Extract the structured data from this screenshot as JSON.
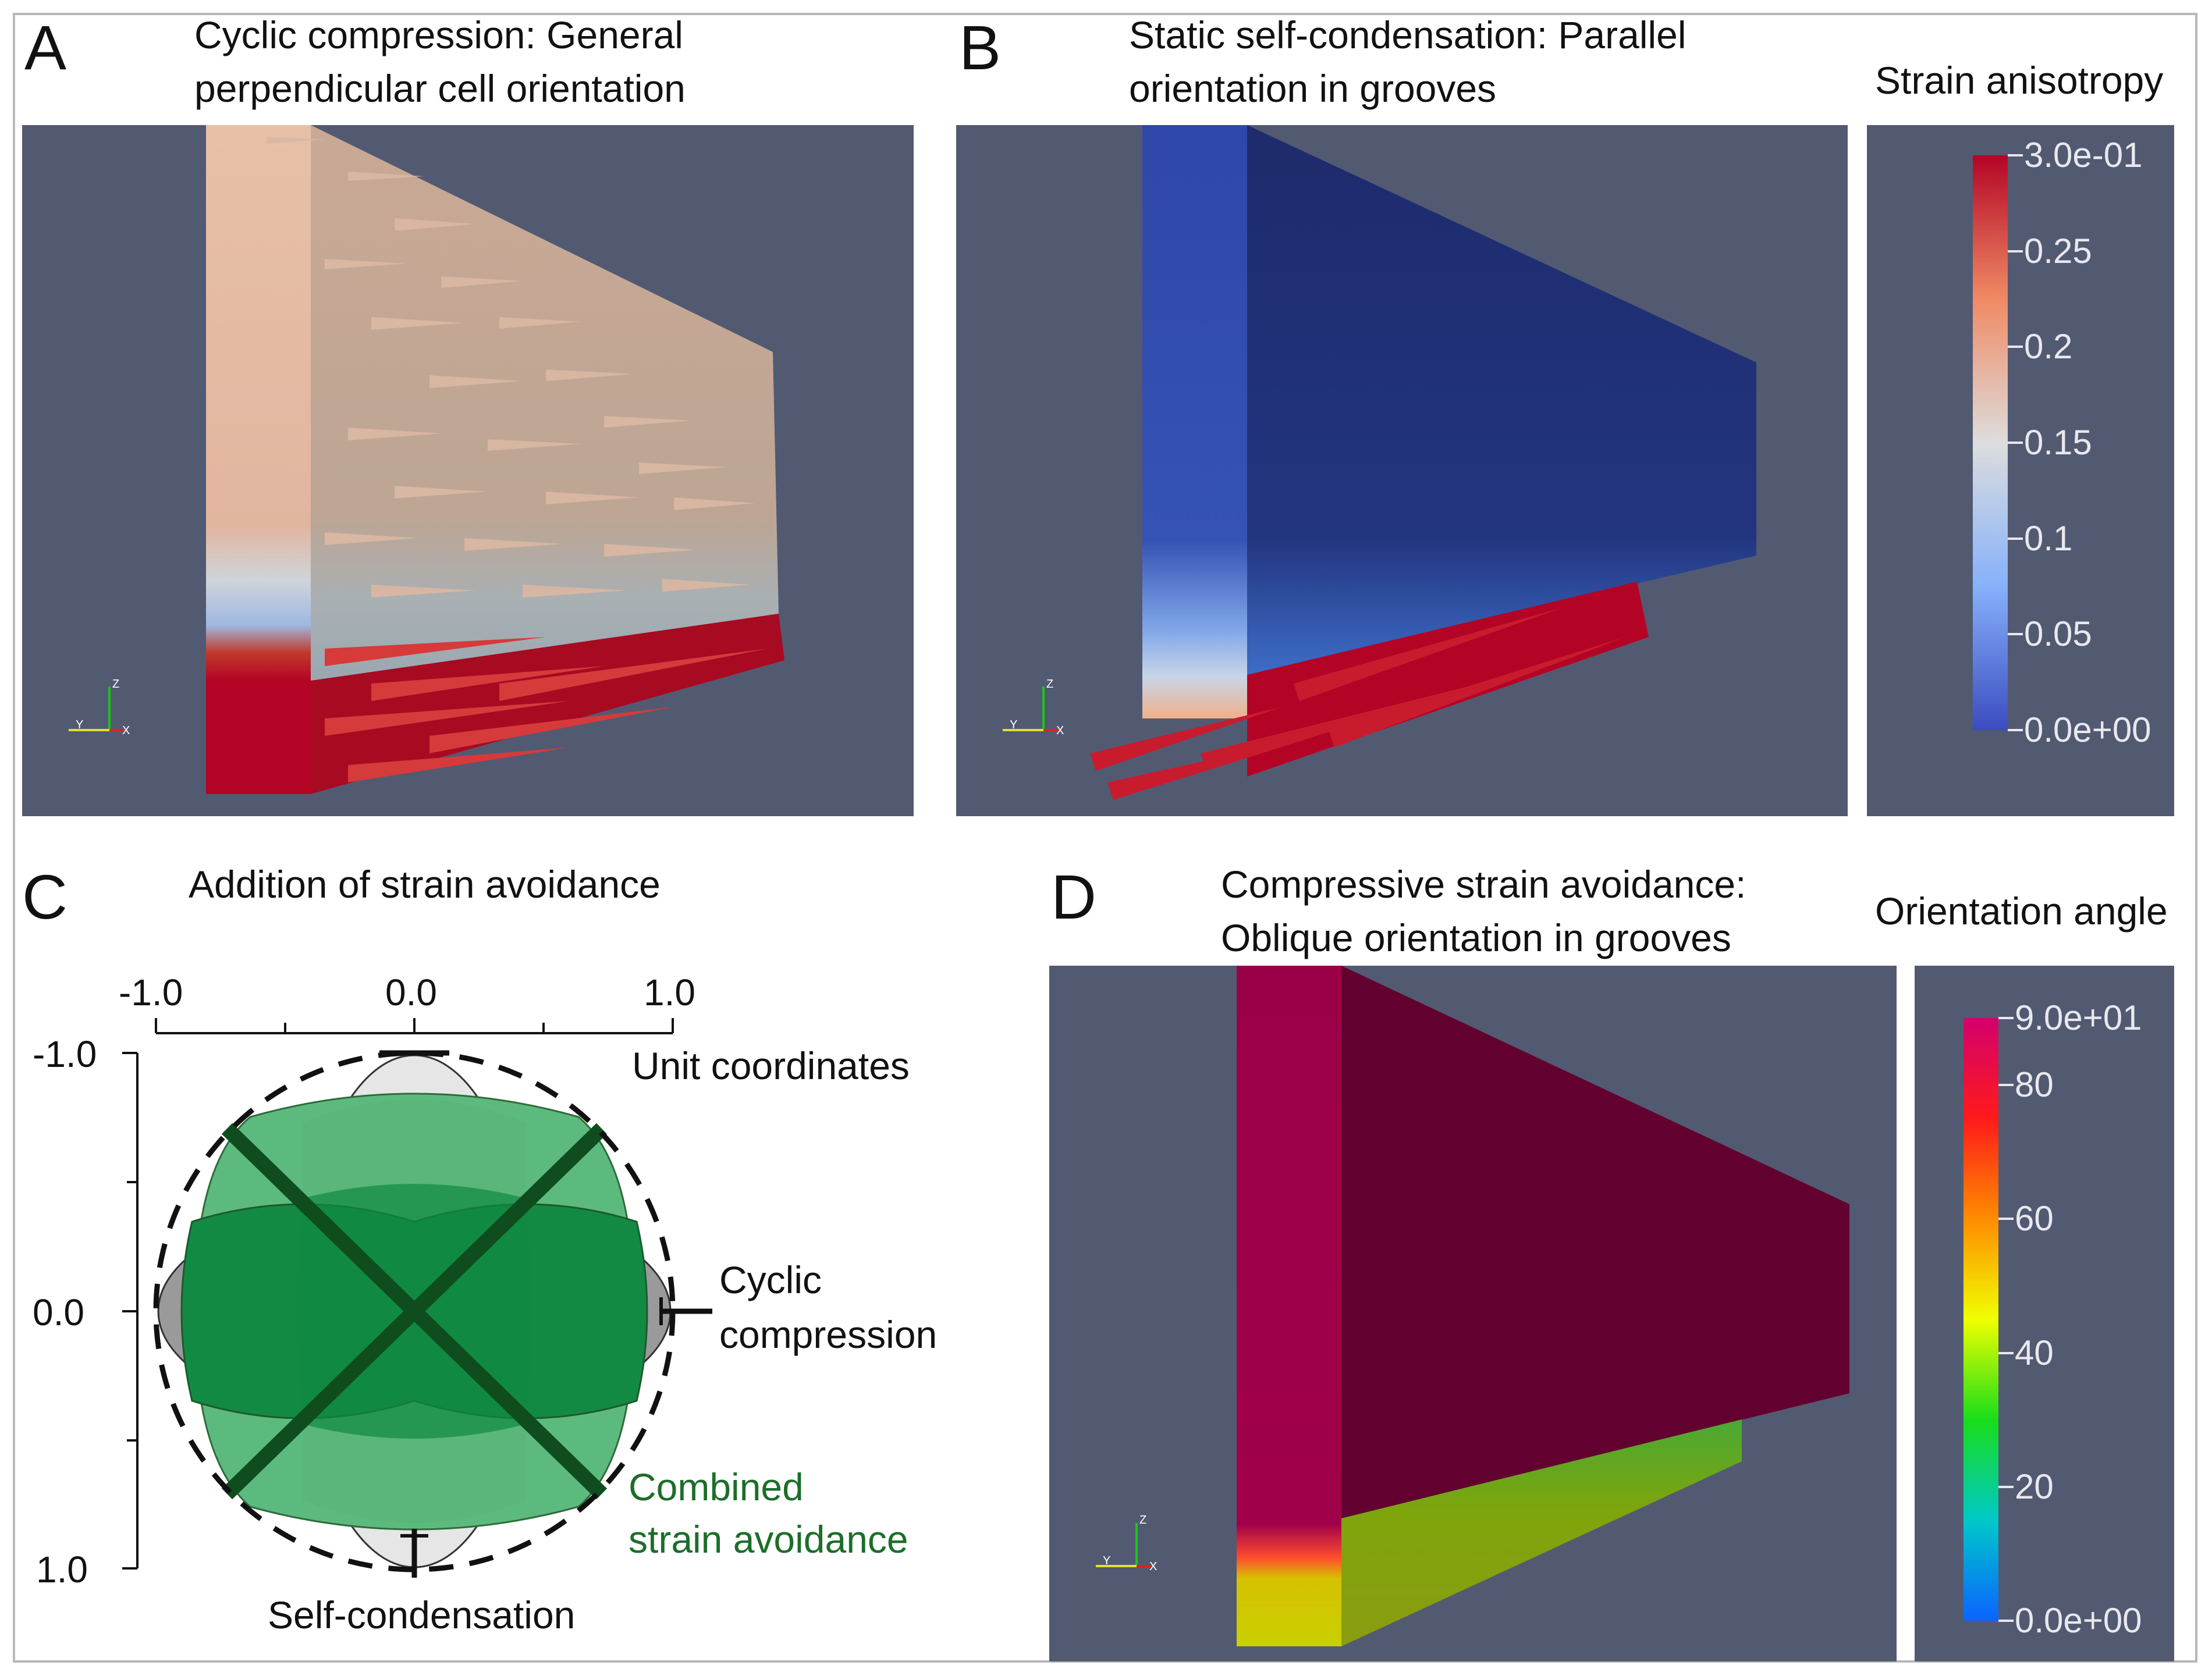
{
  "panels": {
    "a": {
      "letter": "A",
      "title_line1": "Cyclic compression: General",
      "title_line2": "perpendicular cell orientation"
    },
    "b": {
      "letter": "B",
      "title_line1": "Static self-condensation: Parallel",
      "title_line2": "orientation in grooves",
      "colorbar": {
        "title": "Strain anisotropy",
        "tick_labels": [
          "3.0e-01",
          "0.25",
          "0.2",
          "0.15",
          "0.1",
          "0.05",
          "0.0e+00"
        ],
        "range": [
          0,
          0.3
        ],
        "colors": [
          "#b40426",
          "#f08a64",
          "#dddddd",
          "#86b1fb",
          "#3b4cc0"
        ]
      }
    },
    "c": {
      "letter": "C",
      "title": "Addition of strain avoidance",
      "x_tick_labels": [
        "-1.0",
        "0.0",
        "1.0"
      ],
      "y_tick_labels": [
        "-1.0",
        "0.0",
        "1.0"
      ],
      "axis_label": "Unit coordinates",
      "label_cyclic_line1": "Cyclic",
      "label_cyclic_line2": "compression",
      "label_combined_line1": "Combined",
      "label_combined_line2": "strain avoidance",
      "label_self": "Self-condensation",
      "colors": {
        "light_green": "#5dba7e",
        "dark_green": "#128a44",
        "cross": "#0f4d1e",
        "gray": "#9a9a9a",
        "light_gray": "#e6e6e6",
        "combined_text": "#1c6e2a"
      }
    },
    "d": {
      "letter": "D",
      "title_line1": "Compressive strain avoidance:",
      "title_line2": "Oblique orientation in grooves",
      "colorbar": {
        "title": "Orientation angle",
        "tick_labels": [
          "9.0e+01",
          "80",
          "60",
          "40",
          "20",
          "0.0e+00"
        ],
        "range": [
          0,
          90
        ],
        "colors": [
          "#d4006e",
          "#ff1a1a",
          "#ff8c00",
          "#f0ff00",
          "#19dd19",
          "#00c8c8",
          "#0b64ff"
        ]
      }
    }
  },
  "axes_triad": {
    "z": "Z",
    "y": "Y",
    "x": "X"
  }
}
